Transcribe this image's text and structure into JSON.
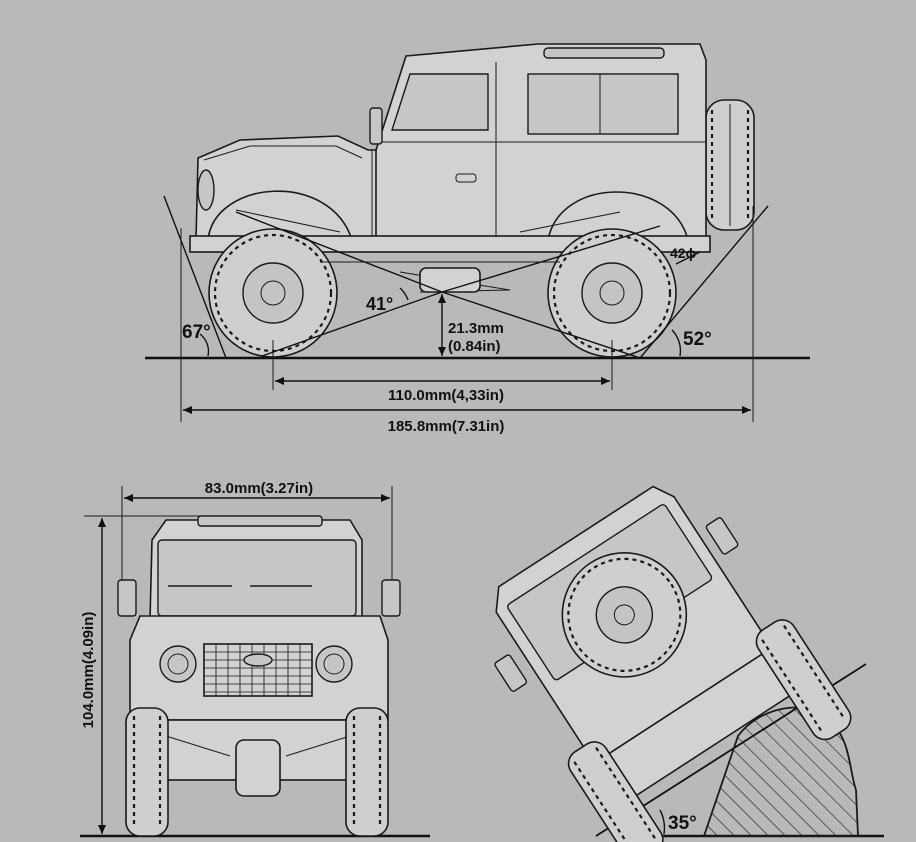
{
  "side_view": {
    "wheelbase": "110.0mm(4,33in)",
    "length": "185.8mm(7.31in)",
    "clearance_line1": "21.3mm",
    "clearance_line2": "(0.84in)",
    "approach_angle": "67°",
    "departure_angle": "52°",
    "breakover_angle": "41°",
    "side_angle_mark": "42ϕ"
  },
  "front_view": {
    "width": "83.0mm(3.27in)",
    "height": "104.0mm(4.09in)"
  },
  "tilt_view": {
    "tilt_angle": "35°"
  }
}
